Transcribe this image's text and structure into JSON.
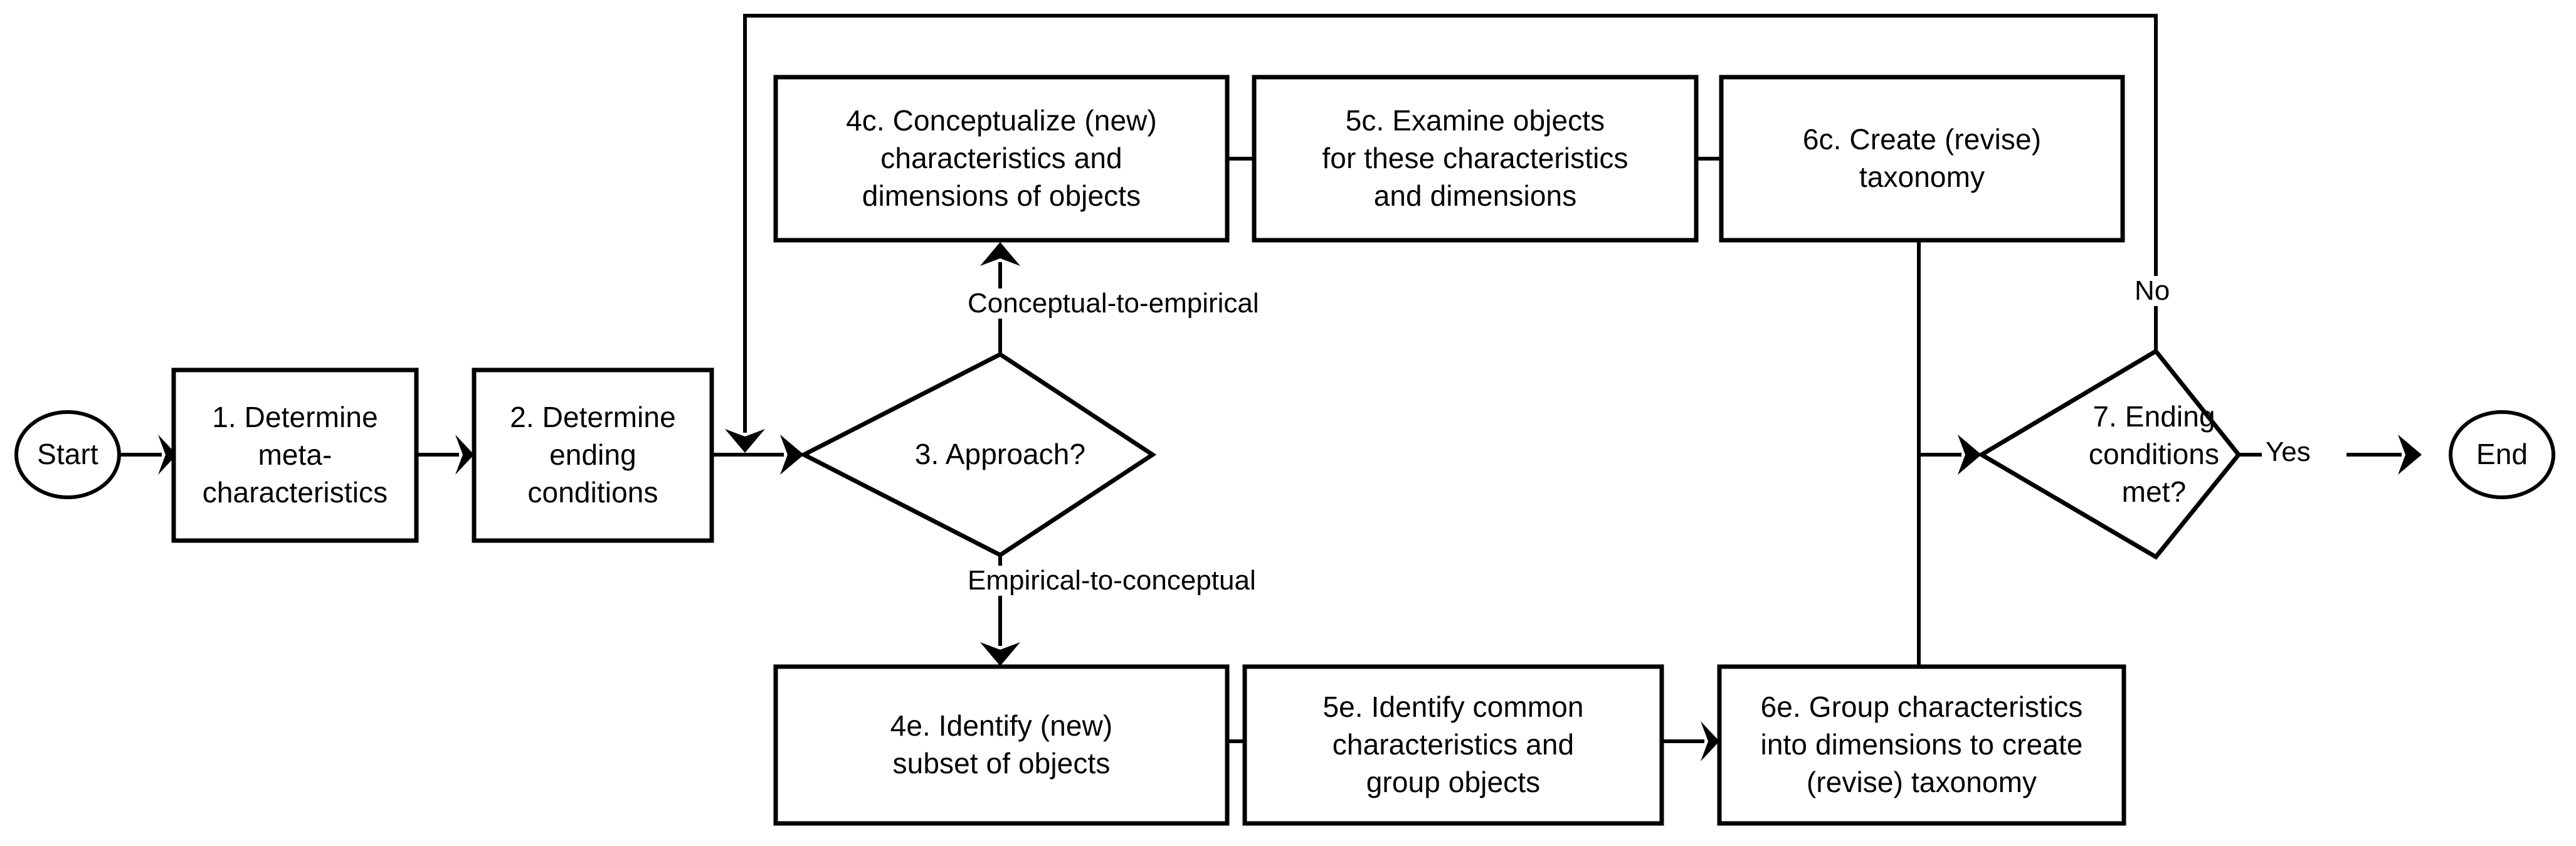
{
  "diagram": {
    "title": "Taxonomy development method flowchart",
    "style": {
      "line_color": "#000000",
      "fill_color": "#ffffff",
      "text_color": "#000000"
    },
    "nodes": [
      {
        "id": "start",
        "shape": "ellipse",
        "label": "Start"
      },
      {
        "id": "step1",
        "shape": "rect",
        "label": "1. Determine\nmeta-\ncharacteristics"
      },
      {
        "id": "step2",
        "shape": "rect",
        "label": "2. Determine\nending\nconditions"
      },
      {
        "id": "step3",
        "shape": "diamond",
        "label": "3. Approach?"
      },
      {
        "id": "step4c",
        "shape": "rect",
        "label": "4c. Conceptualize (new)\ncharacteristics and\ndimensions of objects"
      },
      {
        "id": "step5c",
        "shape": "rect",
        "label": "5c. Examine objects\nfor these characteristics\nand dimensions"
      },
      {
        "id": "step6c",
        "shape": "rect",
        "label": "6c. Create (revise)\ntaxonomy"
      },
      {
        "id": "step4e",
        "shape": "rect",
        "label": "4e. Identify (new)\nsubset of objects"
      },
      {
        "id": "step5e",
        "shape": "rect",
        "label": "5e. Identify common\ncharacteristics and\ngroup objects"
      },
      {
        "id": "step6e",
        "shape": "rect",
        "label": "6e. Group characteristics\ninto dimensions to create\n(revise) taxonomy"
      },
      {
        "id": "step7",
        "shape": "diamond",
        "label": "7. Ending\nconditions\nmet?"
      },
      {
        "id": "end",
        "shape": "ellipse",
        "label": "End"
      }
    ],
    "edge_labels": {
      "conceptual_to_empirical": "Conceptual-to-empirical",
      "empirical_to_conceptual": "Empirical-to-conceptual",
      "no": "No",
      "yes": "Yes"
    },
    "edges": [
      {
        "from": "start",
        "to": "step1",
        "label": ""
      },
      {
        "from": "step1",
        "to": "step2",
        "label": ""
      },
      {
        "from": "step2",
        "to": "step3",
        "label": ""
      },
      {
        "from": "step3",
        "to": "step4c",
        "label": "Conceptual-to-empirical"
      },
      {
        "from": "step4c",
        "to": "step5c",
        "label": ""
      },
      {
        "from": "step5c",
        "to": "step6c",
        "label": ""
      },
      {
        "from": "step3",
        "to": "step4e",
        "label": "Empirical-to-conceptual"
      },
      {
        "from": "step4e",
        "to": "step5e",
        "label": ""
      },
      {
        "from": "step5e",
        "to": "step6e",
        "label": ""
      },
      {
        "from": "step6c",
        "to": "step7",
        "label": ""
      },
      {
        "from": "step6e",
        "to": "step7",
        "label": ""
      },
      {
        "from": "step7",
        "to": "step3",
        "label": "No"
      },
      {
        "from": "step7",
        "to": "end",
        "label": "Yes"
      }
    ]
  }
}
